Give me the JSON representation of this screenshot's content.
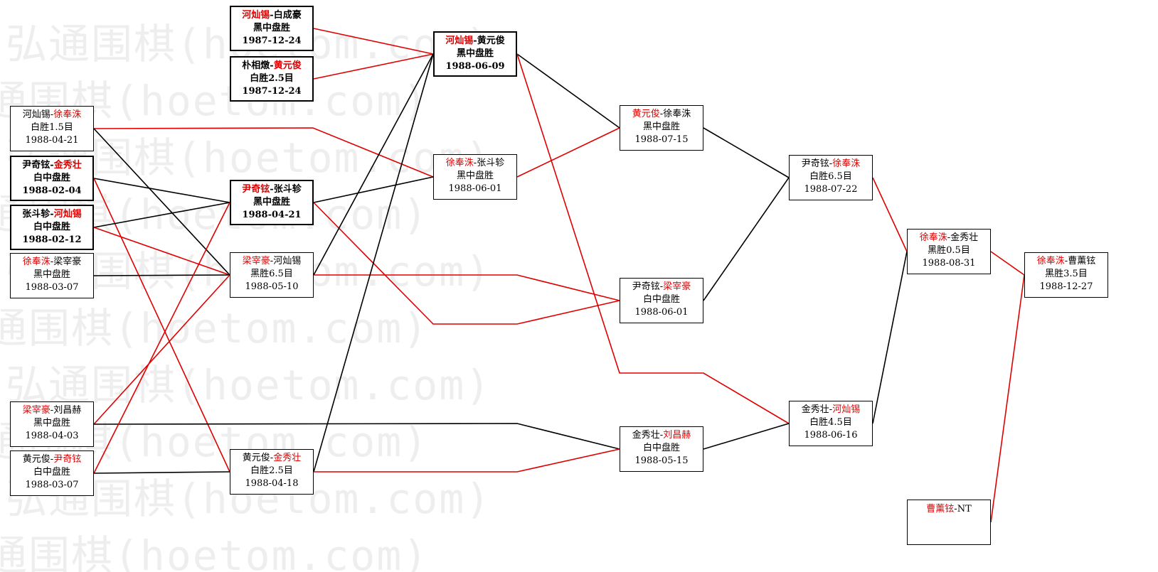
{
  "watermark": "弘通围棋(hoetom.com)",
  "colors": {
    "winner": "#e00000",
    "line_red": "#e00000",
    "line_black": "#000000"
  },
  "games": [
    {
      "id": "g1",
      "a": "河灿锡",
      "b": "白成豪",
      "winner": "a",
      "result": "黑中盘胜",
      "date": "1987-12-24"
    },
    {
      "id": "g2",
      "a": "朴相燉",
      "b": "黄元俊",
      "winner": "b",
      "result": "白胜2.5目",
      "date": "1987-12-24"
    },
    {
      "id": "g3",
      "a": "河灿锡",
      "b": "徐奉洙",
      "winner": "b",
      "result": "白胜1.5目",
      "date": "1988-04-21"
    },
    {
      "id": "g4",
      "a": "尹奇铉",
      "b": "金秀壮",
      "winner": "b",
      "result": "白中盘胜",
      "date": "1988-02-04"
    },
    {
      "id": "g5",
      "a": "张斗轸",
      "b": "河灿锡",
      "winner": "b",
      "result": "白中盘胜",
      "date": "1988-02-12"
    },
    {
      "id": "g6",
      "a": "徐奉洙",
      "b": "梁宰豪",
      "winner": "a",
      "result": "黑中盘胜",
      "date": "1988-03-07"
    },
    {
      "id": "g7",
      "a": "梁宰豪",
      "b": "刘昌赫",
      "winner": "a",
      "result": "黑中盘胜",
      "date": "1988-04-03"
    },
    {
      "id": "g8",
      "a": "黄元俊",
      "b": "尹奇铉",
      "winner": "b",
      "result": "白中盘胜",
      "date": "1988-03-07"
    },
    {
      "id": "g9",
      "a": "尹奇铉",
      "b": "张斗轸",
      "winner": "a",
      "result": "黑中盘胜",
      "date": "1988-04-21"
    },
    {
      "id": "g10",
      "a": "梁宰豪",
      "b": "河灿锡",
      "winner": "a",
      "result": "黑胜6.5目",
      "date": "1988-05-10"
    },
    {
      "id": "g11",
      "a": "黄元俊",
      "b": "金秀壮",
      "winner": "b",
      "result": "白胜2.5目",
      "date": "1988-04-18"
    },
    {
      "id": "g12",
      "a": "河灿锡",
      "b": "黄元俊",
      "winner": "a",
      "result": "黑中盘胜",
      "date": "1988-06-09"
    },
    {
      "id": "g13",
      "a": "徐奉洙",
      "b": "张斗轸",
      "winner": "a",
      "result": "黑中盘胜",
      "date": "1988-06-01"
    },
    {
      "id": "g14",
      "a": "黄元俊",
      "b": "徐奉洙",
      "winner": "a",
      "result": "黑中盘胜",
      "date": "1988-07-15"
    },
    {
      "id": "g15",
      "a": "尹奇铉",
      "b": "梁宰豪",
      "winner": "b",
      "result": "白中盘胜",
      "date": "1988-06-01"
    },
    {
      "id": "g16",
      "a": "金秀壮",
      "b": "刘昌赫",
      "winner": "b",
      "result": "白中盘胜",
      "date": "1988-05-15"
    },
    {
      "id": "g17",
      "a": "尹奇铉",
      "b": "徐奉洙",
      "winner": "b",
      "result": "白胜6.5目",
      "date": "1988-07-22"
    },
    {
      "id": "g18",
      "a": "金秀壮",
      "b": "河灿锡",
      "winner": "b",
      "result": "白胜4.5目",
      "date": "1988-06-16"
    },
    {
      "id": "g19",
      "a": "徐奉洙",
      "b": "金秀壮",
      "winner": "a",
      "result": "黑胜0.5目",
      "date": "1988-08-31"
    },
    {
      "id": "g20",
      "a": "徐奉洙",
      "b": "曹薰铉",
      "winner": "a",
      "result": "黑胜3.5目",
      "date": "1988-12-27"
    },
    {
      "id": "g21",
      "a": "曹薰铉",
      "b": "NT",
      "winner": "a",
      "result": "",
      "date": ""
    }
  ],
  "connections": [
    {
      "from": "g1",
      "to": "g12",
      "color": "red"
    },
    {
      "from": "g2",
      "to": "g12",
      "color": "red"
    },
    {
      "from": "g3",
      "to": "g13",
      "color": "red"
    },
    {
      "from": "g3",
      "to": "g10",
      "color": "black"
    },
    {
      "from": "g4",
      "to": "g9",
      "color": "black"
    },
    {
      "from": "g4",
      "to": "g11",
      "color": "red"
    },
    {
      "from": "g5",
      "to": "g9",
      "color": "black"
    },
    {
      "from": "g5",
      "to": "g10",
      "color": "red"
    },
    {
      "from": "g6",
      "to": "g10",
      "color": "black"
    },
    {
      "from": "g7",
      "to": "g10",
      "color": "red"
    },
    {
      "from": "g7",
      "to": "g16",
      "color": "black"
    },
    {
      "from": "g8",
      "to": "g9",
      "color": "red"
    },
    {
      "from": "g8",
      "to": "g11",
      "color": "black"
    },
    {
      "from": "g9",
      "to": "g13",
      "color": "black"
    },
    {
      "from": "g9",
      "to": "g15",
      "color": "red"
    },
    {
      "from": "g10",
      "to": "g12",
      "color": "black"
    },
    {
      "from": "g10",
      "to": "g15",
      "color": "red"
    },
    {
      "from": "g11",
      "to": "g12",
      "color": "black"
    },
    {
      "from": "g11",
      "to": "g16",
      "color": "red"
    },
    {
      "from": "g12",
      "to": "g14",
      "color": "black"
    },
    {
      "from": "g12",
      "to": "g18",
      "color": "red"
    },
    {
      "from": "g13",
      "to": "g14",
      "color": "red"
    },
    {
      "from": "g14",
      "to": "g17",
      "color": "black"
    },
    {
      "from": "g15",
      "to": "g17",
      "color": "black"
    },
    {
      "from": "g16",
      "to": "g18",
      "color": "black"
    },
    {
      "from": "g17",
      "to": "g19",
      "color": "red"
    },
    {
      "from": "g18",
      "to": "g19",
      "color": "black"
    },
    {
      "from": "g19",
      "to": "g20",
      "color": "red"
    },
    {
      "from": "g21",
      "to": "g20",
      "color": "red"
    }
  ]
}
